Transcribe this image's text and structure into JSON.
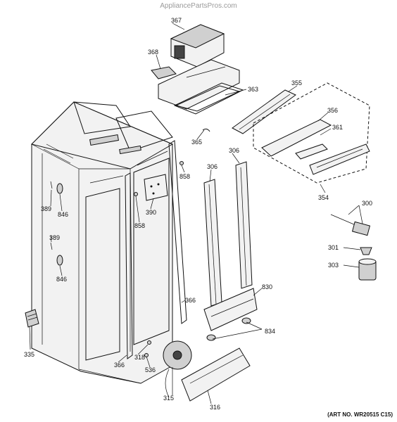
{
  "watermark": "AppliancePartsPros.com",
  "art_number": "(ART NO. WR20515 C15)",
  "part_labels": {
    "p367": "367",
    "p368": "368",
    "p363": "363",
    "p355": "355",
    "p356": "356",
    "p361": "361",
    "p365": "365",
    "p306a": "306",
    "p306b": "306",
    "p858a": "858",
    "p858b": "858",
    "p390": "390",
    "p389a": "389",
    "p389b": "389",
    "p846a": "846",
    "p846b": "846",
    "p354": "354",
    "p300": "300",
    "p301": "301",
    "p303": "303",
    "p830": "830",
    "p834": "834",
    "p366a": "366",
    "p366b": "366",
    "p335": "335",
    "p318": "318",
    "p536": "536",
    "p315": "315",
    "p316": "316"
  }
}
